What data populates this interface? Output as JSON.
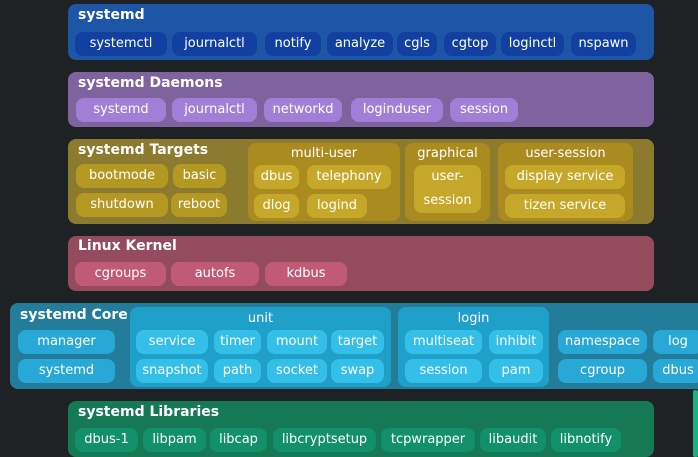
{
  "layers": {
    "utils": {
      "title": "systemd",
      "items": [
        "systemctl",
        "journalctl",
        "notify",
        "analyze",
        "cgls",
        "cgtop",
        "loginctl",
        "nspawn"
      ]
    },
    "daemons": {
      "title": "systemd Daemons",
      "items": [
        "systemd",
        "journalctl",
        "networkd",
        "loginduser",
        "session"
      ]
    },
    "targets": {
      "title": "systemd Targets",
      "items": [
        "bootmode",
        "basic",
        "shutdown",
        "reboot"
      ],
      "multi_user": {
        "title": "multi-user",
        "items": [
          "dbus",
          "telephony",
          "dlog",
          "logind"
        ]
      },
      "graphical": {
        "title": "graphical",
        "item": "user-session"
      },
      "user_session": {
        "title": "user-session",
        "items": [
          "display service",
          "tizen service"
        ]
      }
    },
    "kernel": {
      "title": "Linux Kernel",
      "items": [
        "cgroups",
        "autofs",
        "kdbus"
      ]
    },
    "core": {
      "title": "systemd Core",
      "items": [
        "manager",
        "systemd"
      ],
      "unit": {
        "title": "unit",
        "items": [
          "service",
          "timer",
          "mount",
          "target",
          "snapshot",
          "path",
          "socket",
          "swap"
        ]
      },
      "login": {
        "title": "login",
        "items": [
          "multiseat",
          "inhibit",
          "session",
          "pam"
        ]
      },
      "extra": [
        "namespace",
        "log",
        "cgroup",
        "dbus"
      ]
    },
    "libs": {
      "title": "systemd Libraries",
      "items": [
        "dbus-1",
        "libpam",
        "libcap",
        "libcryptsetup",
        "tcpwrapper",
        "libaudit",
        "libnotify"
      ]
    }
  },
  "colors": {
    "utils": "#1d56a6",
    "daemons": "#7e639e",
    "targets": "#8c7a2e",
    "kernel": "#934b5d",
    "core": "#237c9a",
    "libs": "#167955"
  }
}
